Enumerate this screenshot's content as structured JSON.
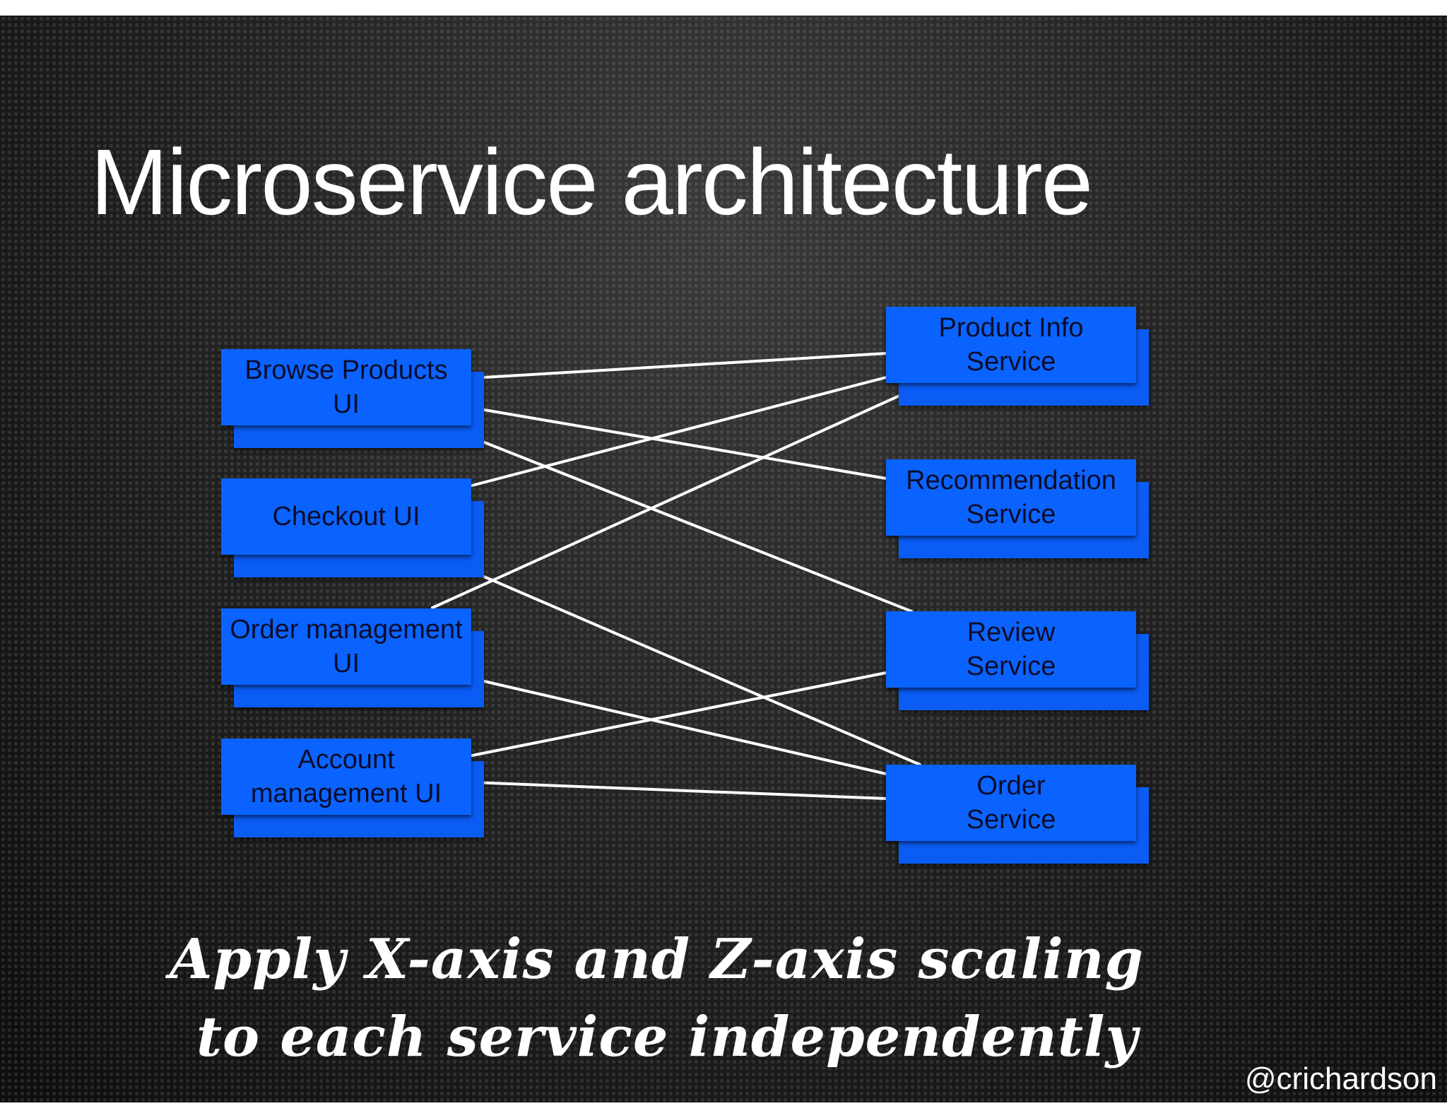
{
  "slide": {
    "title": "Microservice architecture",
    "caption_line1": "Apply X-axis and Z-axis scaling",
    "caption_line2": "to each service independently",
    "handle": "@crichardson"
  },
  "diagram": {
    "ui_nodes": [
      {
        "id": "browse",
        "label": "Browse Products\nUI"
      },
      {
        "id": "checkout",
        "label": "Checkout UI"
      },
      {
        "id": "order_mgmt",
        "label": "Order management\nUI"
      },
      {
        "id": "account",
        "label": "Account\nmanagement UI"
      }
    ],
    "service_nodes": [
      {
        "id": "product_info",
        "label": "Product Info\nService"
      },
      {
        "id": "recommendation",
        "label": "Recommendation\nService"
      },
      {
        "id": "review",
        "label": "Review\nService"
      },
      {
        "id": "order",
        "label": "Order\nService"
      }
    ],
    "edges": [
      [
        "browse",
        "product_info"
      ],
      [
        "browse",
        "recommendation"
      ],
      [
        "browse",
        "review"
      ],
      [
        "checkout",
        "product_info"
      ],
      [
        "checkout",
        "order"
      ],
      [
        "order_mgmt",
        "product_info"
      ],
      [
        "order_mgmt",
        "order"
      ],
      [
        "account",
        "review"
      ],
      [
        "account",
        "order"
      ]
    ],
    "colors": {
      "box": "#0a63ff",
      "edge": "#ffffff"
    }
  }
}
